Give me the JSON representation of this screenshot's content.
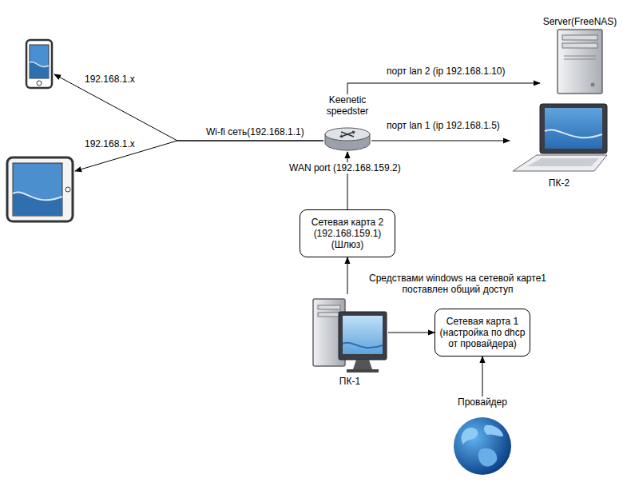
{
  "diagram": {
    "nodes": [
      {
        "text": []
      },
      {
        "text": [
          "Server(FreeNAS)"
        ]
      },
      {
        "text": [
          "Keenetic speedster"
        ]
      },
      {
        "text": []
      },
      {
        "text": [
          "ПК-2"
        ]
      },
      {
        "text": [
          "Сетевая карта 2 (192.168.159.1) (Шлюз)"
        ]
      },
      {
        "text": [
          "ПК-1"
        ]
      },
      {
        "text": [
          "Сетевая карта 1 (настройка по dhcp от провайдера)"
        ]
      },
      {
        "text": [
          "Провайдер"
        ]
      }
    ],
    "edges": [
      {
        "from": 2,
        "to": 1,
        "arrow": "to",
        "label": "порт lan 2 (ip 192.168.1.10)"
      },
      {
        "from": 2,
        "to": 4,
        "arrow": "to",
        "label": "порт lan 1 (ip 192.168.1.5)"
      },
      {
        "from": 2,
        "to": 0,
        "arrow": "to",
        "label": "192.168.1.x"
      },
      {
        "from": 2,
        "to": 3,
        "arrow": "to",
        "label": "192.168.1.x"
      },
      {
        "from": 5,
        "to": 2,
        "arrow": "to"
      },
      {
        "from": 6,
        "to": 5,
        "arrow": "to"
      },
      {
        "from": 6,
        "to": 7,
        "arrow": "to"
      },
      {
        "from": 8,
        "to": 7,
        "arrow": "to"
      }
    ],
    "labels": [
      "Wi-fi сеть(192.168.1.1)",
      "WAN port (192.168.159.2)",
      "Средствами windows на сетевой карте1 поставлен общий доступ"
    ]
  }
}
